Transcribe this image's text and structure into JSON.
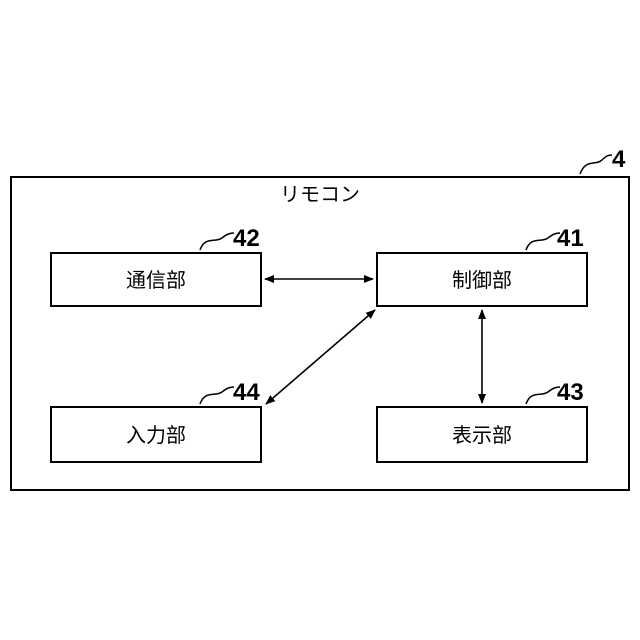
{
  "device": {
    "ref": "4",
    "label": "リモコン"
  },
  "blocks": {
    "control": {
      "ref": "41",
      "label": "制御部"
    },
    "communication": {
      "ref": "42",
      "label": "通信部"
    },
    "display": {
      "ref": "43",
      "label": "表示部"
    },
    "input": {
      "ref": "44",
      "label": "入力部"
    }
  },
  "connections": [
    {
      "from": "communication",
      "to": "control",
      "direction": "bidirectional"
    },
    {
      "from": "input",
      "to": "control",
      "direction": "bidirectional"
    },
    {
      "from": "control",
      "to": "display",
      "direction": "bidirectional"
    }
  ]
}
